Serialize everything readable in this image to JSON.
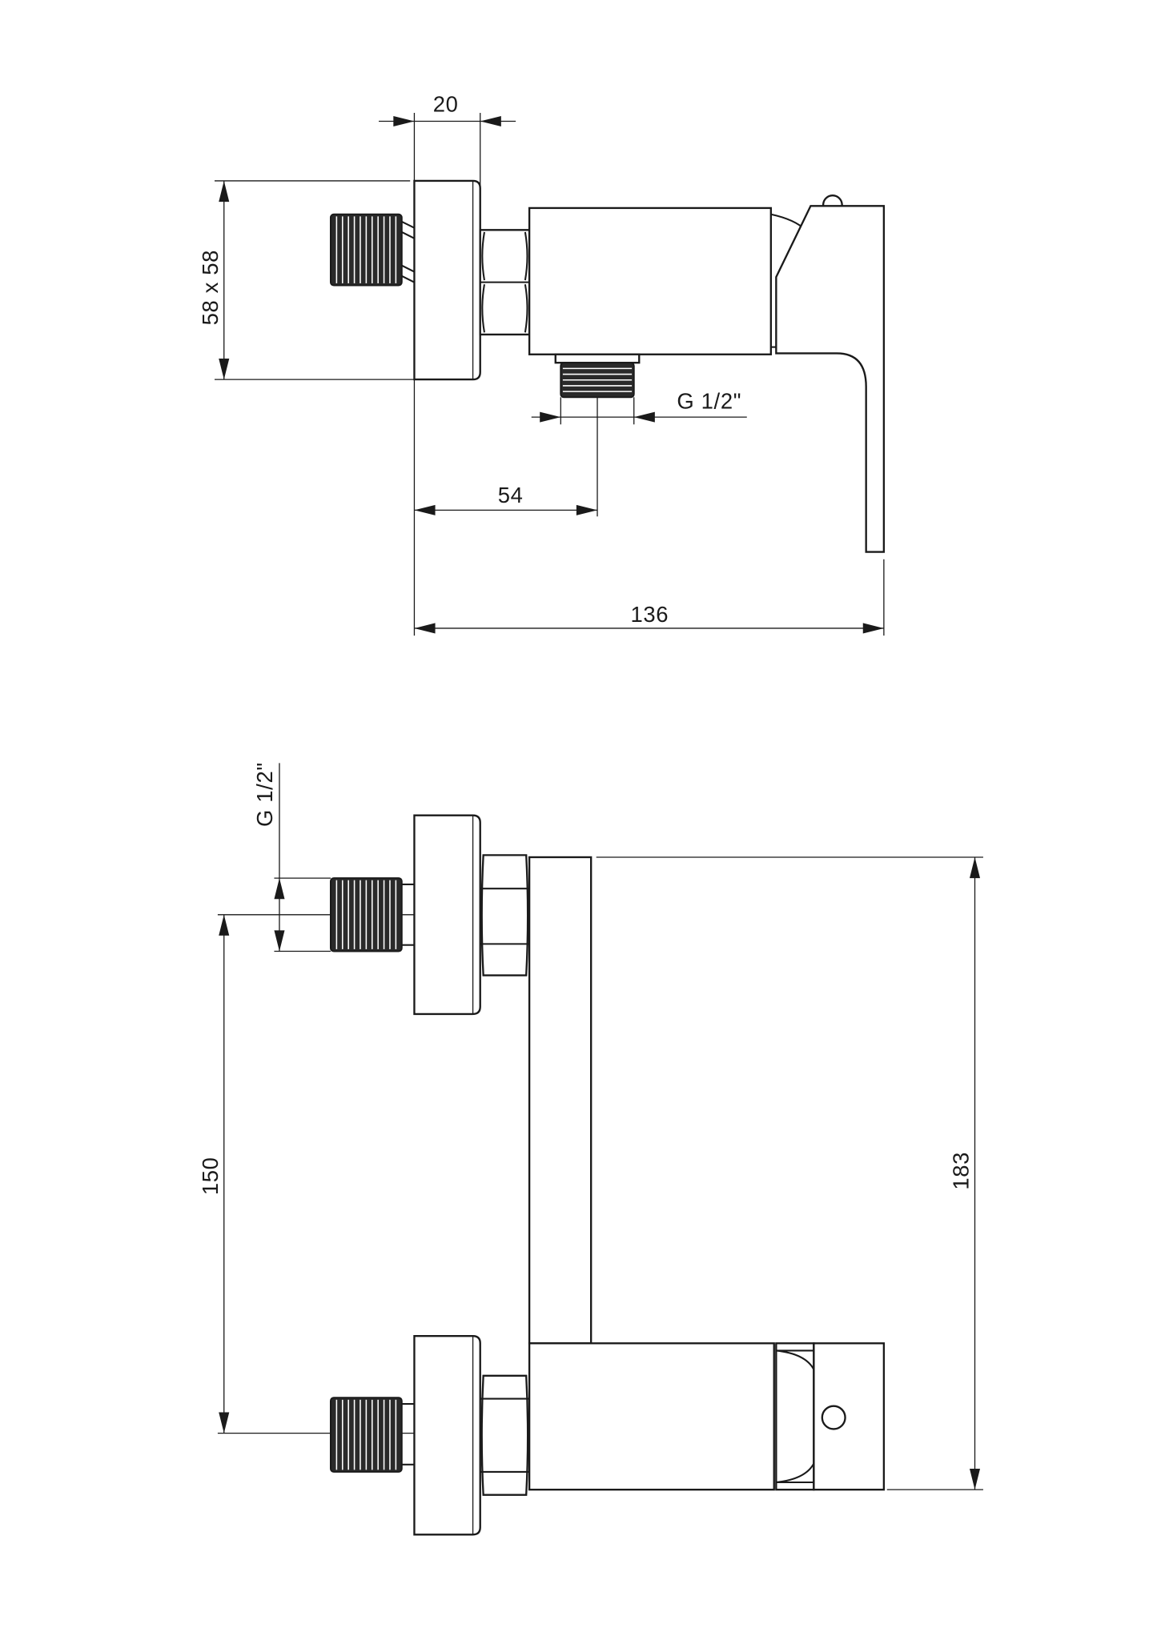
{
  "drawing": {
    "top_view": {
      "dim_flange_depth": "20",
      "dim_flange_size": "58 x 58",
      "dim_outlet_thread": "G 1/2\"",
      "dim_outlet_offset": "54",
      "dim_total_depth": "136"
    },
    "front_view": {
      "dim_inlet_thread": "G 1/2\"",
      "dim_inlet_spacing": "150",
      "dim_total_height": "183"
    },
    "colors": {
      "line": "#1a1a1a",
      "background": "#ffffff"
    }
  }
}
